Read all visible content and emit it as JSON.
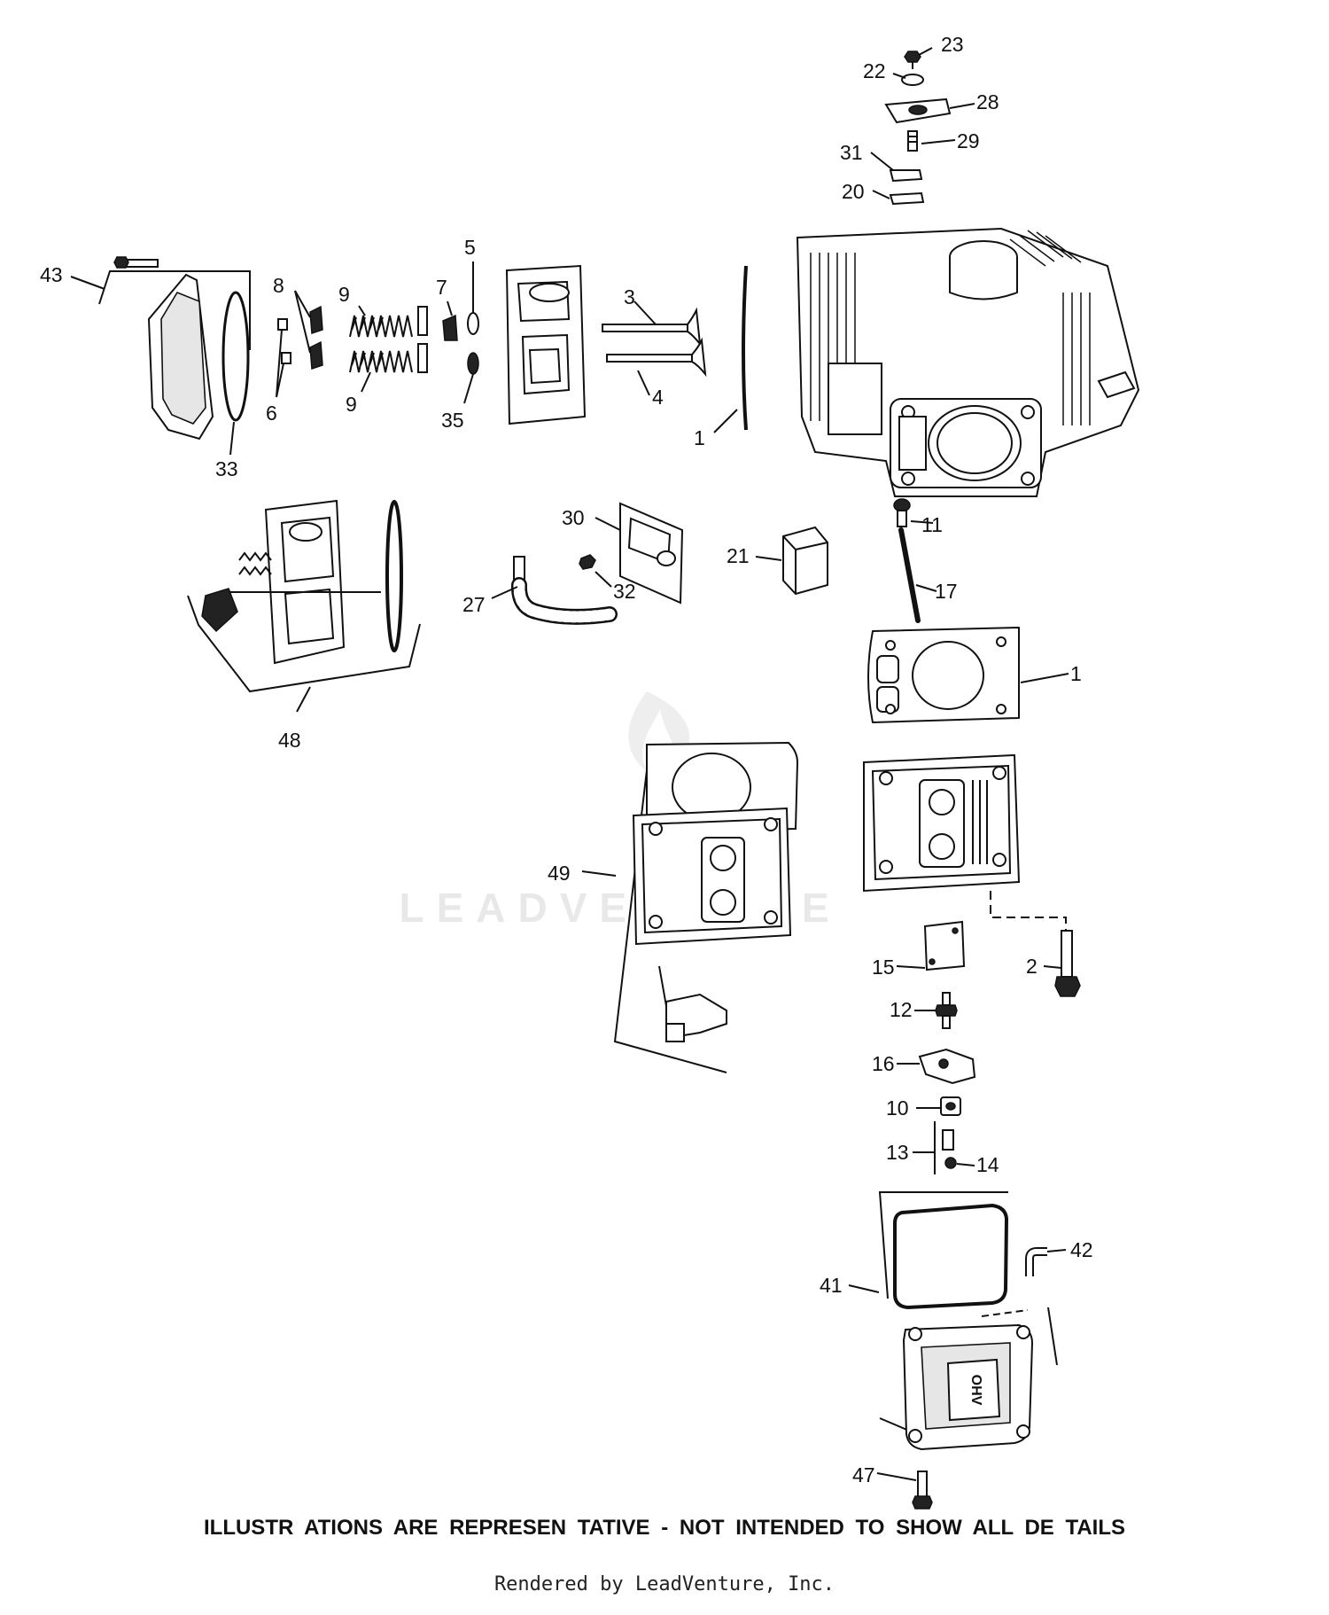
{
  "labels": {
    "l23": "23",
    "l22": "22",
    "l28": "28",
    "l29": "29",
    "l31": "31",
    "l20": "20",
    "l43": "43",
    "l8": "8",
    "l9a": "9",
    "l9b": "9",
    "l7": "7",
    "l5": "5",
    "l3": "3",
    "l6": "6",
    "l35": "35",
    "l4": "4",
    "l1a": "1",
    "l33": "33",
    "l11": "11",
    "l30": "30",
    "l21": "21",
    "l32": "32",
    "l27": "27",
    "l17": "17",
    "l1b": "1",
    "l48": "48",
    "l49": "49",
    "l15": "15",
    "l2": "2",
    "l12": "12",
    "l16": "16",
    "l10": "10",
    "l13": "13",
    "l14": "14",
    "l42": "42",
    "l41": "41",
    "l47": "47"
  },
  "watermark": "LEADVENTURE",
  "valve_cover_badge": "OHV",
  "footer": {
    "disclaimer": "ILLUSTR ATIONS  ARE REPRESEN    TATIVE - NOT INTENDED     TO SHOW   ALL DE TAILS",
    "rendered_by": "Rendered by LeadVenture, Inc."
  }
}
